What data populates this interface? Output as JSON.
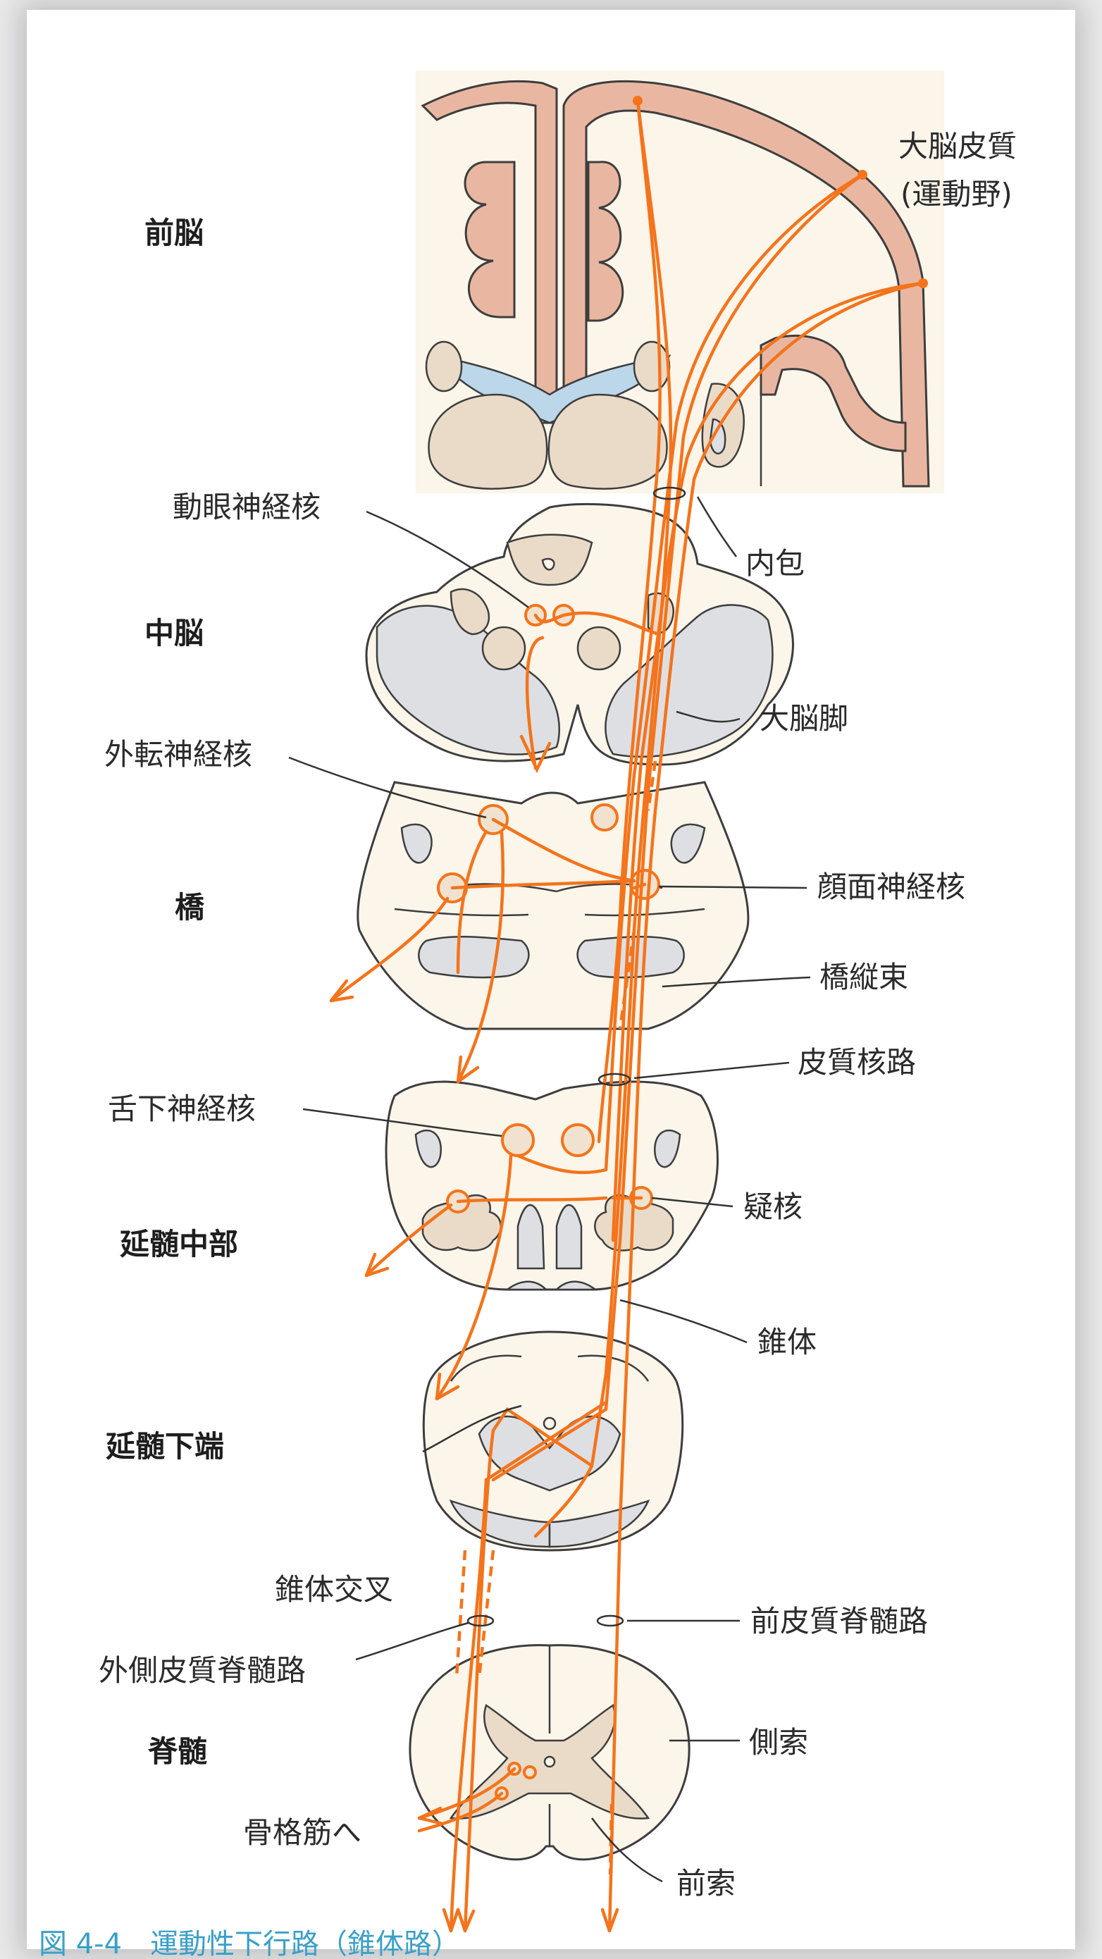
{
  "levels": {
    "forebrain": "前脳",
    "midbrain": "中脳",
    "pons": "橋",
    "mid_medulla": "延髄中部",
    "lower_medulla": "延髄下端",
    "spinal_cord": "脊髄"
  },
  "labels": {
    "cortex_line1": "大脳皮質",
    "cortex_line2": "(運動野)",
    "internal_capsule": "内包",
    "oculomotor_nucleus": "動眼神経核",
    "cerebral_peduncle": "大脳脚",
    "abducens_nucleus": "外転神経核",
    "facial_nucleus": "顔面神経核",
    "pontine_longitudinal_fibers": "橋縦束",
    "corticonuclear_tract": "皮質核路",
    "hypoglossal_nucleus": "舌下神経核",
    "nucleus_ambiguus": "疑核",
    "pyramid": "錐体",
    "pyramidal_decussation": "錐体交叉",
    "anterior_corticospinal_tract": "前皮質脊髄路",
    "lateral_corticospinal_tract": "外側皮質脊髄路",
    "lateral_funiculus": "側索",
    "to_skeletal_muscle": "骨格筋へ",
    "anterior_funiculus": "前索"
  },
  "caption": "図 4-4　運動性下行路（錐体路）",
  "colors": {
    "tract": "#f3741c",
    "cortex": "#e9b7a1",
    "tissue": "#fbf5ea",
    "gray_matter": "#dddfe3",
    "ventricle": "#bcd6ea"
  }
}
